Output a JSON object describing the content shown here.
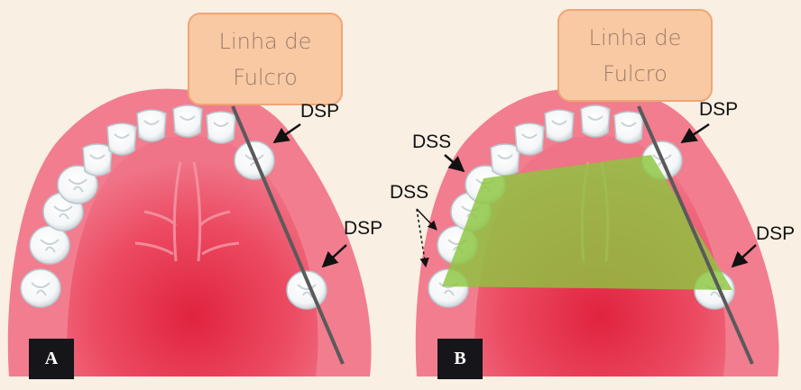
{
  "panels": [
    {
      "id": "A",
      "tag": "A",
      "callout": {
        "line1": "Linha de",
        "line2": "Fulcro"
      },
      "labels": {
        "dsp_top": "DSP",
        "dsp_side": "DSP"
      }
    },
    {
      "id": "B",
      "tag": "B",
      "callout": {
        "line1": "Linha de",
        "line2": "Fulcro"
      },
      "labels": {
        "dsp_top": "DSP",
        "dsp_side": "DSP",
        "dss_top": "DSS",
        "dss_side": "DSS"
      }
    }
  ],
  "colors": {
    "background": "#f9efe3",
    "gum": "#f07a8c",
    "palate": "#e8384f",
    "tooth": "#ffffff",
    "fulcrum_line": "#555555",
    "support_area": "#8cc63f",
    "callout_fill": "#f9c9a3"
  }
}
